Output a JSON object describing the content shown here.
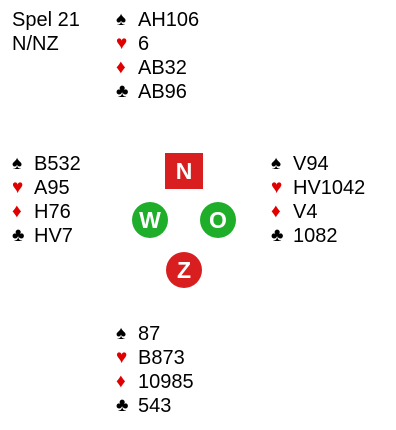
{
  "info": {
    "deal": "Spel 21",
    "dealer_vul": "N/NZ"
  },
  "suits": {
    "spades": "♠",
    "hearts": "♥",
    "diamonds": "♦",
    "clubs": "♣"
  },
  "colors": {
    "red_suit": "#e00000",
    "north_south_box": "#d81e1e",
    "east_west_box": "#1fae2a"
  },
  "north": {
    "spades": "AH106",
    "hearts": "6",
    "diamonds": "AB32",
    "clubs": "AB96"
  },
  "west": {
    "spades": "B532",
    "hearts": "A95",
    "diamonds": "H76",
    "clubs": "HV7"
  },
  "east": {
    "spades": "V94",
    "hearts": "HV1042",
    "diamonds": "V4",
    "clubs": "1082"
  },
  "south": {
    "spades": "87",
    "hearts": "B873",
    "diamonds": "10985",
    "clubs": "543"
  },
  "compass": {
    "n": "N",
    "w": "W",
    "o": "O",
    "z": "Z"
  }
}
